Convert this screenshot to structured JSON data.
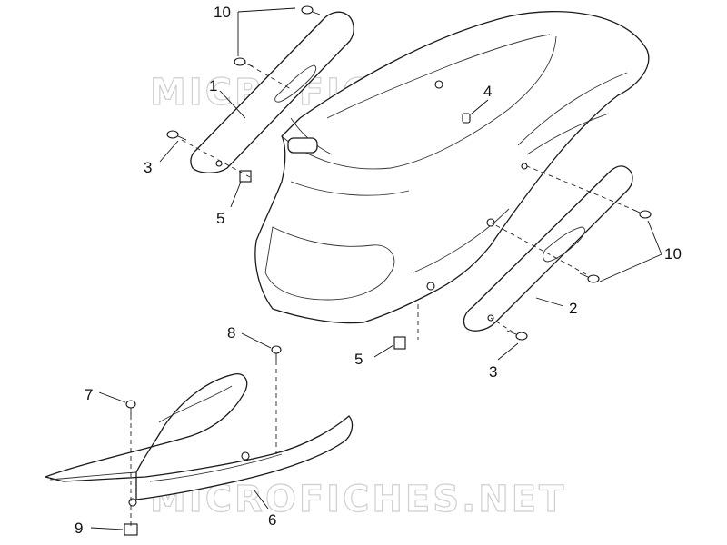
{
  "watermark": {
    "text": "MICROFICHES.NET",
    "color": "#cfcfcf"
  },
  "callouts": {
    "c1": "1",
    "c2": "2",
    "c3a": "3",
    "c3b": "3",
    "c4": "4",
    "c5a": "5",
    "c5b": "5",
    "c6": "6",
    "c7": "7",
    "c8": "8",
    "c9": "9",
    "c10a": "10",
    "c10b": "10"
  },
  "colors": {
    "line": "#1a1a1a",
    "background": "#ffffff"
  }
}
